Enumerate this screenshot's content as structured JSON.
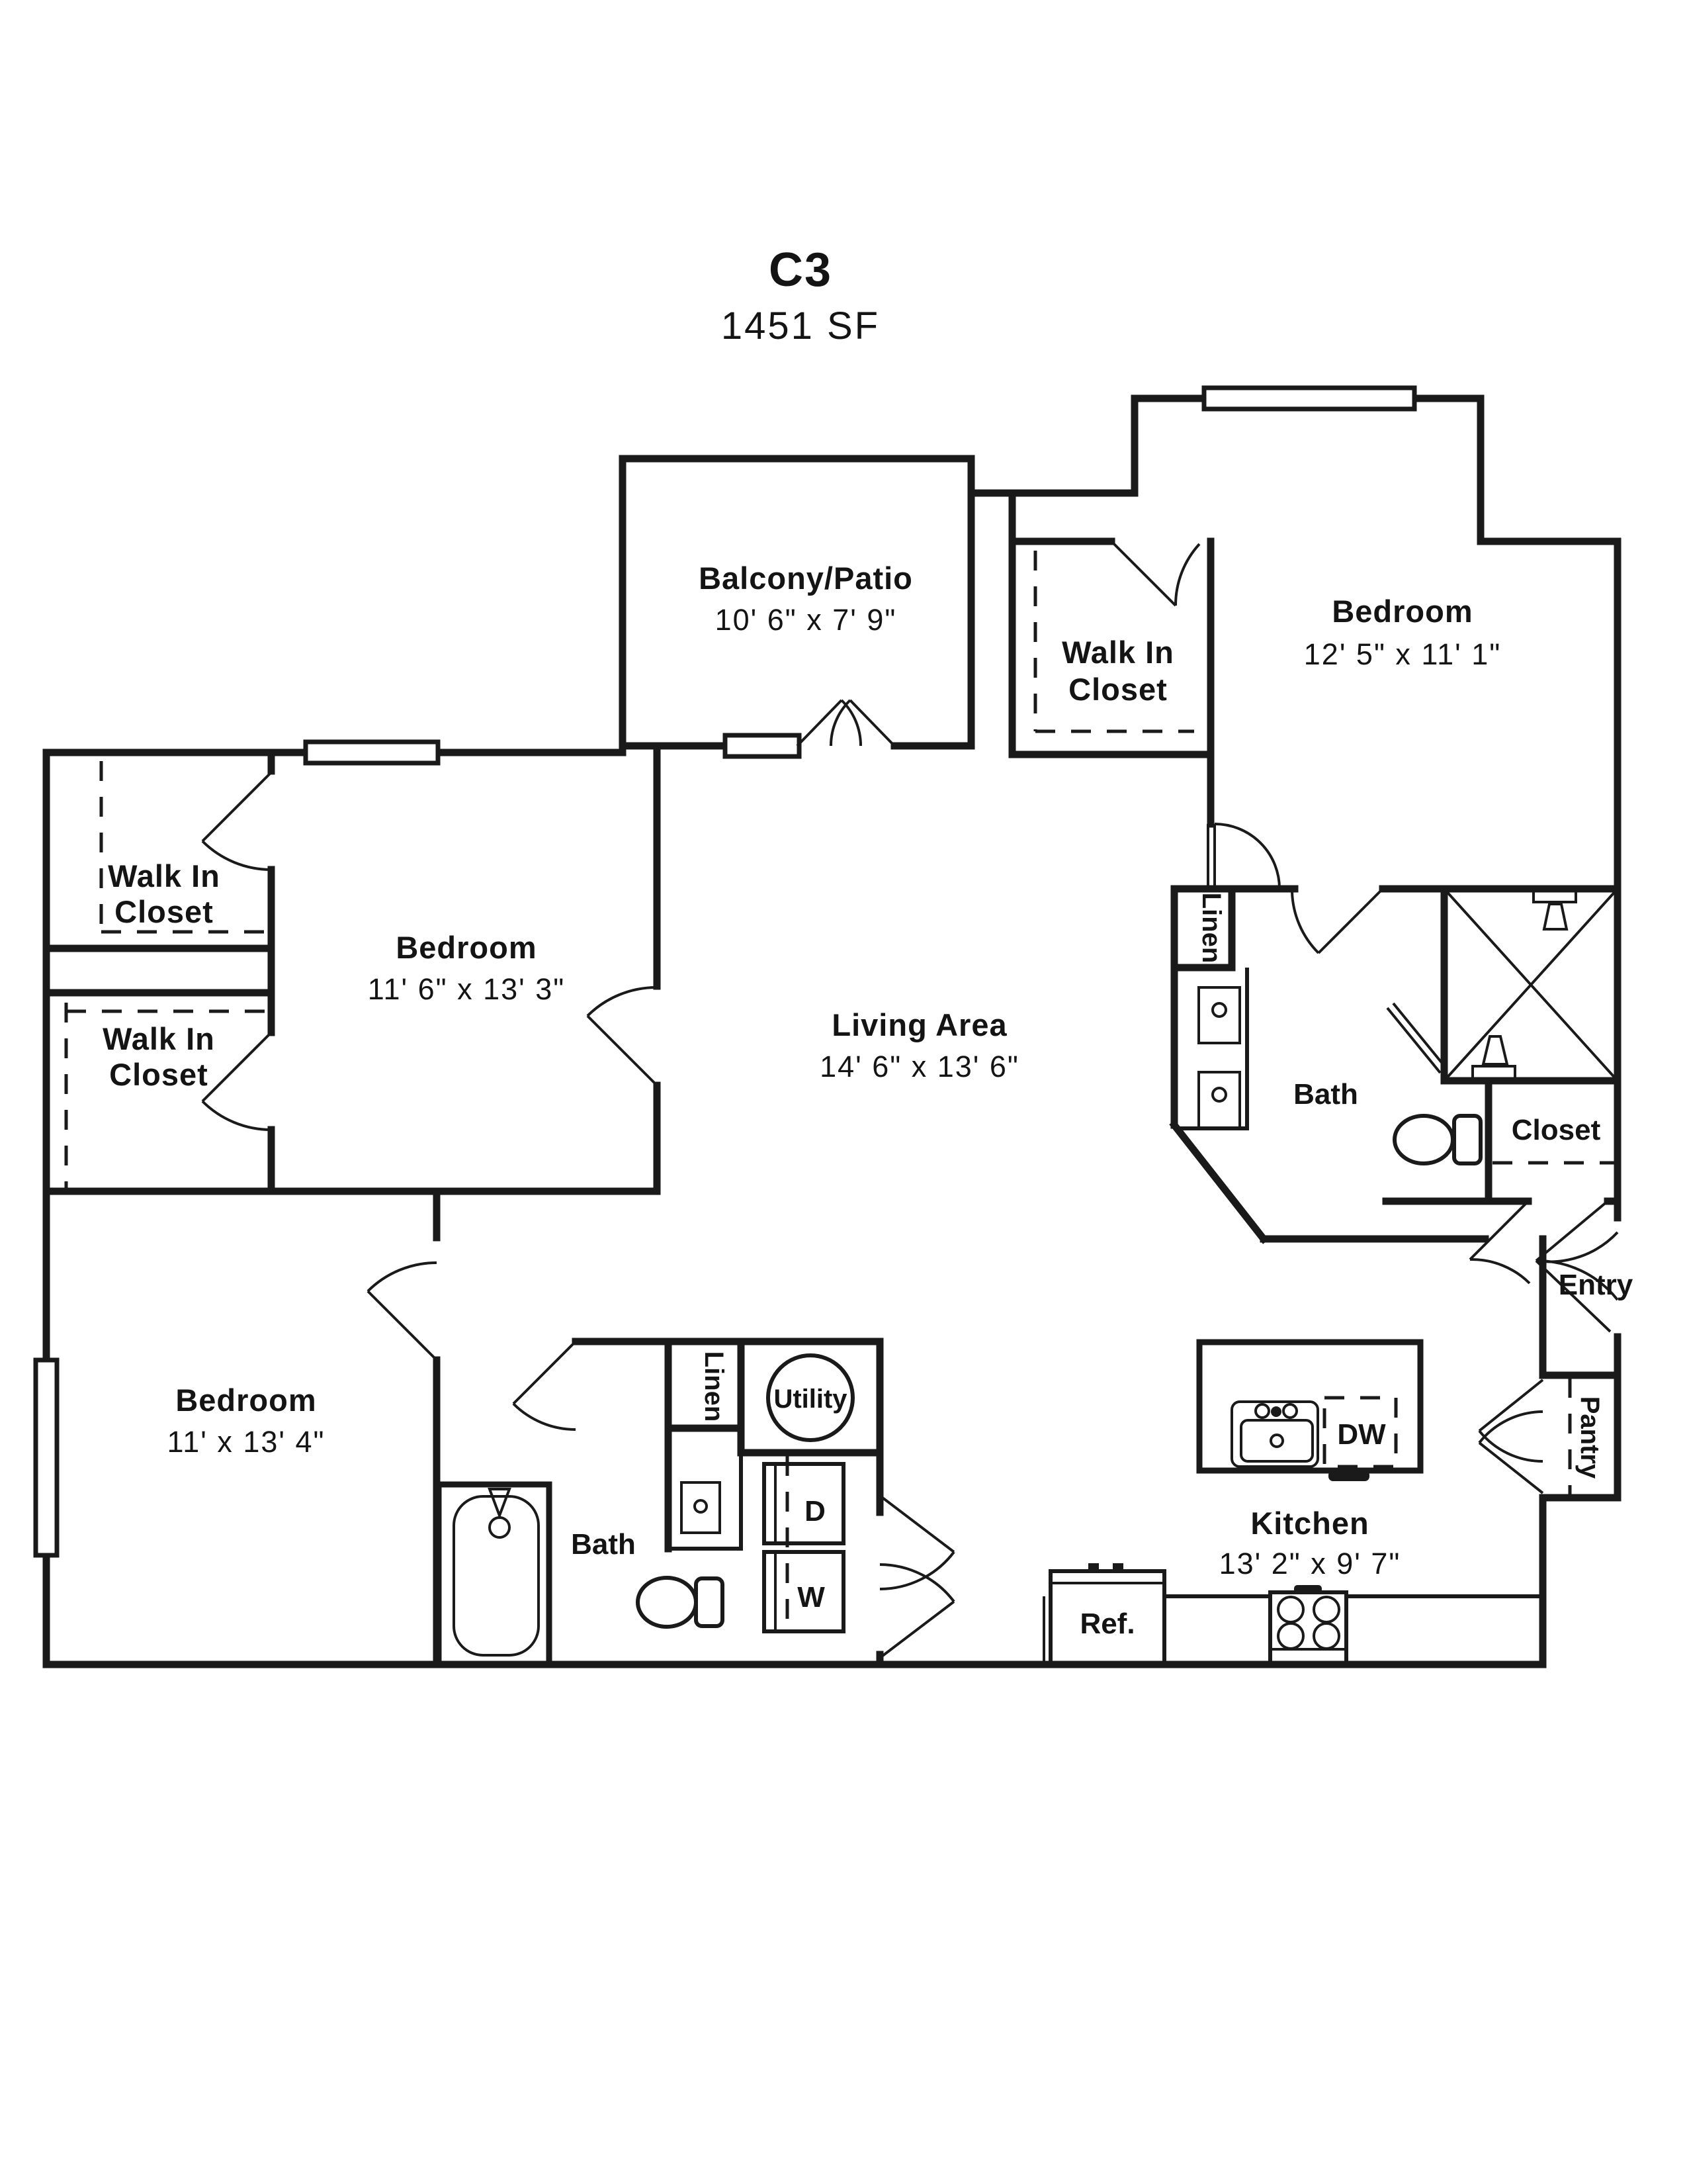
{
  "title": {
    "code": "C3",
    "sqft": "1451 SF"
  },
  "rooms": {
    "balcony": {
      "name": "Balcony/Patio",
      "dims": "10' 6\" x 7' 9\""
    },
    "bedroom_right": {
      "name": "Bedroom",
      "dims": "12' 5\" x 11' 1\""
    },
    "bedroom_left": {
      "name": "Bedroom",
      "dims": "11' 6\" x 13' 3\""
    },
    "bedroom_bottom": {
      "name": "Bedroom",
      "dims": "11' x 13' 4\""
    },
    "living": {
      "name": "Living Area",
      "dims": "14' 6\" x 13' 6\""
    },
    "kitchen": {
      "name": "Kitchen",
      "dims": "13' 2\" x 9' 7\""
    },
    "walkin_top": {
      "line1": "Walk In",
      "line2": "Closet"
    },
    "walkin_upper_left": {
      "line1": "Walk In",
      "line2": "Closet"
    },
    "walkin_lower_left": {
      "line1": "Walk In",
      "line2": "Closet"
    },
    "bath_right": "Bath",
    "bath_middle": "Bath",
    "closet_right": "Closet",
    "entry": "Entry",
    "pantry": "Pantry",
    "linen_right": "Linen",
    "linen_middle": "Linen",
    "utility": "Utility",
    "dryer": "D",
    "washer": "W",
    "dishwasher": "DW",
    "refrigerator": "Ref."
  }
}
